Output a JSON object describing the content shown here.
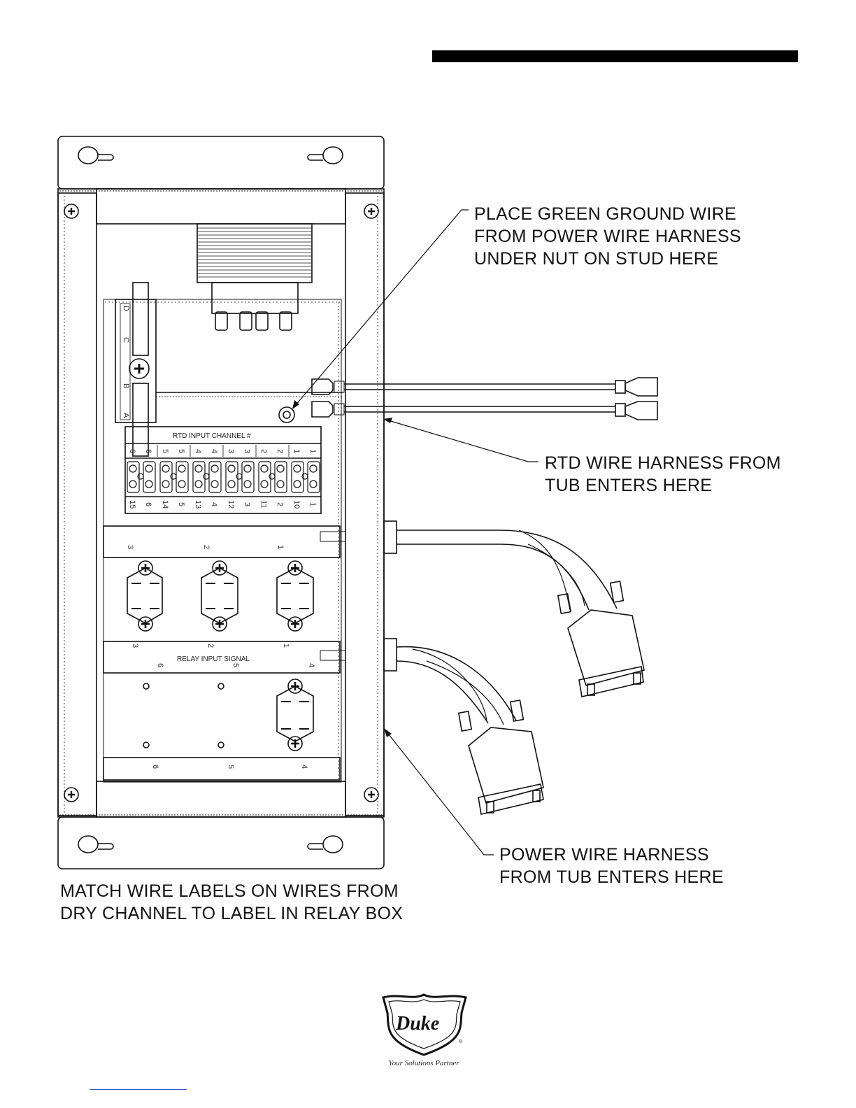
{
  "callouts": {
    "ground": [
      "PLACE GREEN GROUND WIRE",
      "FROM POWER WIRE HARNESS",
      "UNDER NUT ON STUD HERE"
    ],
    "rtd": [
      "RTD WIRE HARNESS FROM",
      "TUB ENTERS HERE"
    ],
    "power": [
      "POWER WIRE HARNESS",
      "FROM TUB ENTERS HERE"
    ],
    "match": [
      "MATCH WIRE LABELS ON WIRES FROM",
      "DRY CHANNEL TO LABEL IN RELAY BOX"
    ]
  },
  "panel_labels": {
    "rtd_input": "RTD INPUT CHANNEL #",
    "relay_input": "RELAY INPUT SIGNAL"
  },
  "terminal_top_numbers": [
    "6",
    "6",
    "5",
    "5",
    "4",
    "4",
    "3",
    "3",
    "2",
    "2",
    "1",
    "1"
  ],
  "terminal_bottom_numbers": [
    "15",
    "6",
    "14",
    "5",
    "13",
    "4",
    "12",
    "3",
    "11",
    "2",
    "10",
    "1"
  ],
  "relay_row1_numbers": [
    "3",
    "2",
    "1"
  ],
  "relay_row2_numbers": [
    "3",
    "2",
    "1"
  ],
  "relay_row2b_numbers": [
    "6",
    "5",
    "4"
  ],
  "relay_row3_numbers": [
    "6",
    "5",
    "4"
  ],
  "breaker_letters": [
    "D",
    "C",
    "B",
    "A"
  ],
  "brand": {
    "logo_text": "Duke",
    "tagline": "Your Solutions Partner"
  }
}
